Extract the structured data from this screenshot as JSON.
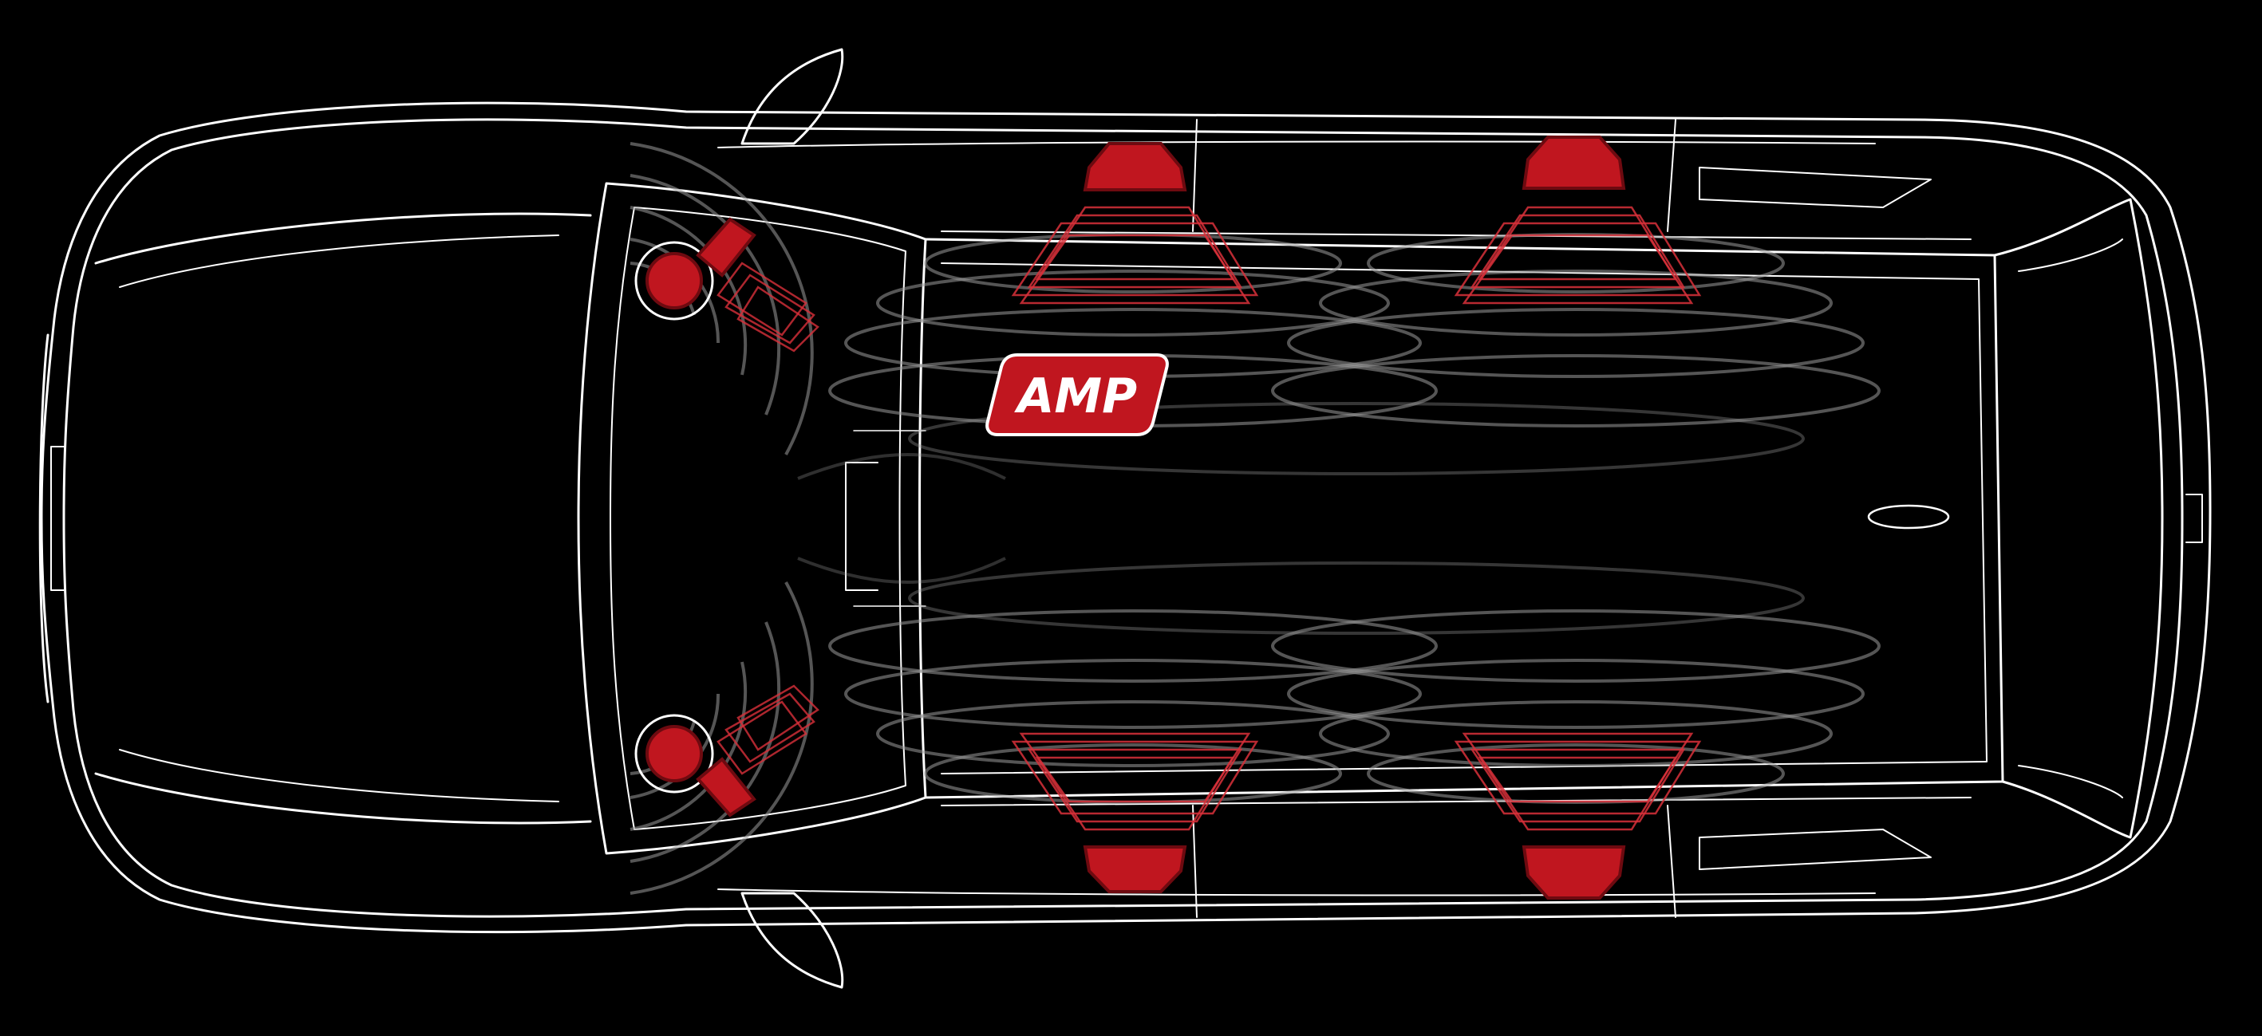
{
  "amp_label": "AMP",
  "colors": {
    "background": "#000000",
    "outline": "#ffffff",
    "speaker_red": "#c0161f",
    "speaker_dark": "#6e0a10",
    "wave_gray": "#9a9a9a"
  },
  "icons": [
    "car-outline",
    "speaker-icon",
    "tweeter-icon",
    "amplifier-badge"
  ]
}
